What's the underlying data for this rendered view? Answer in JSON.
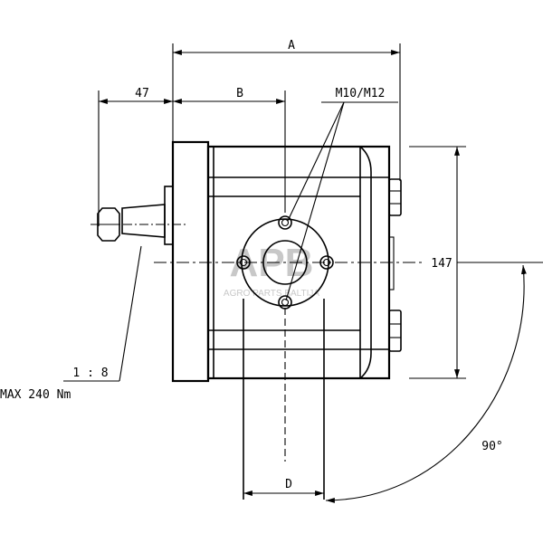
{
  "dimensions": {
    "a": "A",
    "b": "B",
    "d": "D",
    "shaft_len": "47",
    "height": "147",
    "thread": "M10/M12",
    "taper": "1 : 8",
    "torque": "MAX 240 Nm",
    "angle": "90°"
  },
  "watermark": {
    "logo": "APB",
    "text": "AGRO PARTS BALTIJA"
  }
}
